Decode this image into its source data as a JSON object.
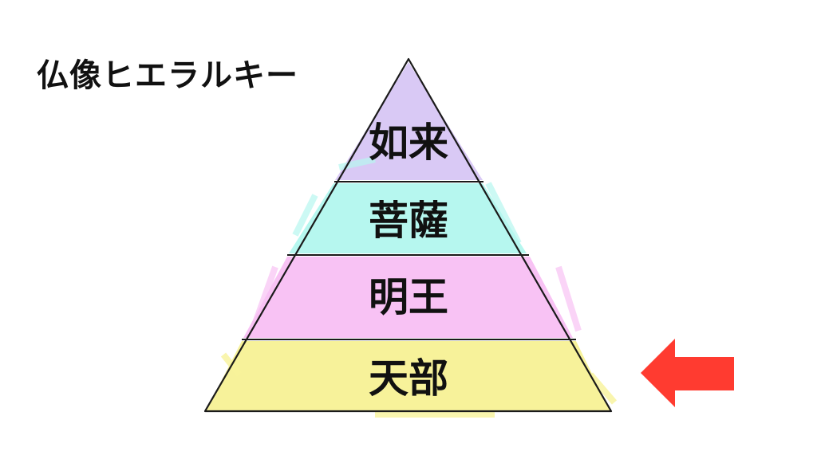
{
  "title": "仏像ヒエラルキー",
  "tiers": [
    {
      "label": "如来",
      "color": "#d9c9f5"
    },
    {
      "label": "菩薩",
      "color": "#b6f7ef"
    },
    {
      "label": "明王",
      "color": "#f8c2f4"
    },
    {
      "label": "天部",
      "color": "#f7f29a"
    }
  ],
  "arrow": {
    "color": "#ff3b30",
    "points_to": "天部"
  }
}
